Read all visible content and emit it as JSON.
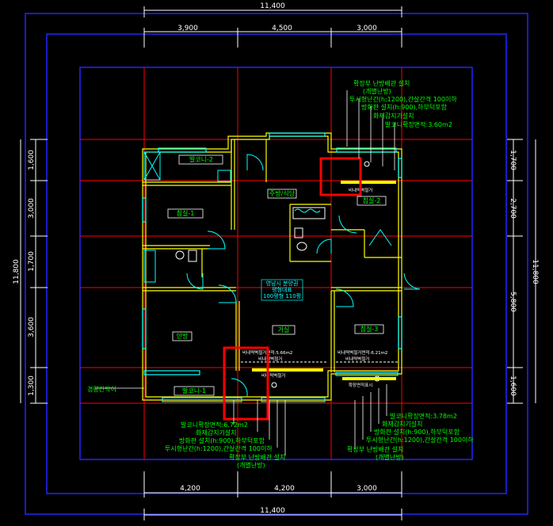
{
  "colors": {
    "background": "#000000",
    "dimension": "#ffffff",
    "dim_text": "#ffffff",
    "dim_side_text": "#ffff00",
    "border_outer": "#2020ff",
    "grid_red": "#ff0000",
    "wall": "#ffff00",
    "window": "#00ffff",
    "door": "#00ffff",
    "room_label": "#00ff00",
    "annotation": "#00ff00",
    "highlight": "#ff0000",
    "fixture": "#ffffff"
  },
  "dimensions": {
    "top_total": "11,400",
    "top_segments": [
      "3,900",
      "4,500",
      "3,000"
    ],
    "bottom_total": "11,400",
    "bottom_segments": [
      "4,200",
      "4,200",
      "3,000"
    ],
    "left_total": "11,800",
    "left_segments": [
      "1,600",
      "3,000",
      "1,700",
      "3,600",
      "1,300"
    ],
    "right_total": "11,800",
    "right_segments": [
      "1,700",
      "2,700",
      "5,800",
      "1,600"
    ]
  },
  "rooms": {
    "balcony_2": "발코니-2",
    "bedroom_1": "침실-1",
    "kitchen": "주방/식당",
    "bedroom_2": "침실-2",
    "master_bedroom": "안방",
    "living": "거실",
    "bedroom_3": "침실-3",
    "balcony_1": "발코니-1"
  },
  "center_note": [
    "영남시 분양권",
    "평형대표",
    "100평형 110평"
  ],
  "inner_notes": {
    "top_right_bar": "비내력벽철거",
    "living_left_bar_1": "비내력벽철거면적:5.66m2",
    "living_left_bar_2": "비내력벽철거",
    "bed3_bar_1": "비내력벽철거면적:6.21m2",
    "bed3_bar_2": "비내력벽철거",
    "balcony_bar_left": "비내력벽철거",
    "balcony_bar_right": "확장면적표시"
  },
  "annotations": {
    "top_right": [
      "확장부 난방배관 설치",
      "(개별난방)",
      "투시형난간(h:1200),간살간격 100이하",
      "방화판 설치(h:900),하부턱포함",
      "화재감지기설치",
      "발코니확장면적:3.60m2"
    ],
    "bottom_left": [
      "발코니확장면적:6.72m2",
      "화재감지기설치",
      "방화판 설치(h:900),하부턱포함",
      "투시형난간(h:1200),간살간격 100이하",
      "확장부 난방배관 설치",
      "(개별난방)"
    ],
    "bottom_right": [
      "발코니확장면적:3.78m2",
      "화재감지기설치",
      "방화판 설치(h:900),하부턱포함",
      "투시형난간(h:1200),간살간격 100이하",
      "확장부 난방배관 설치",
      "(개별난방)"
    ],
    "left_side": "경량칸막이"
  }
}
